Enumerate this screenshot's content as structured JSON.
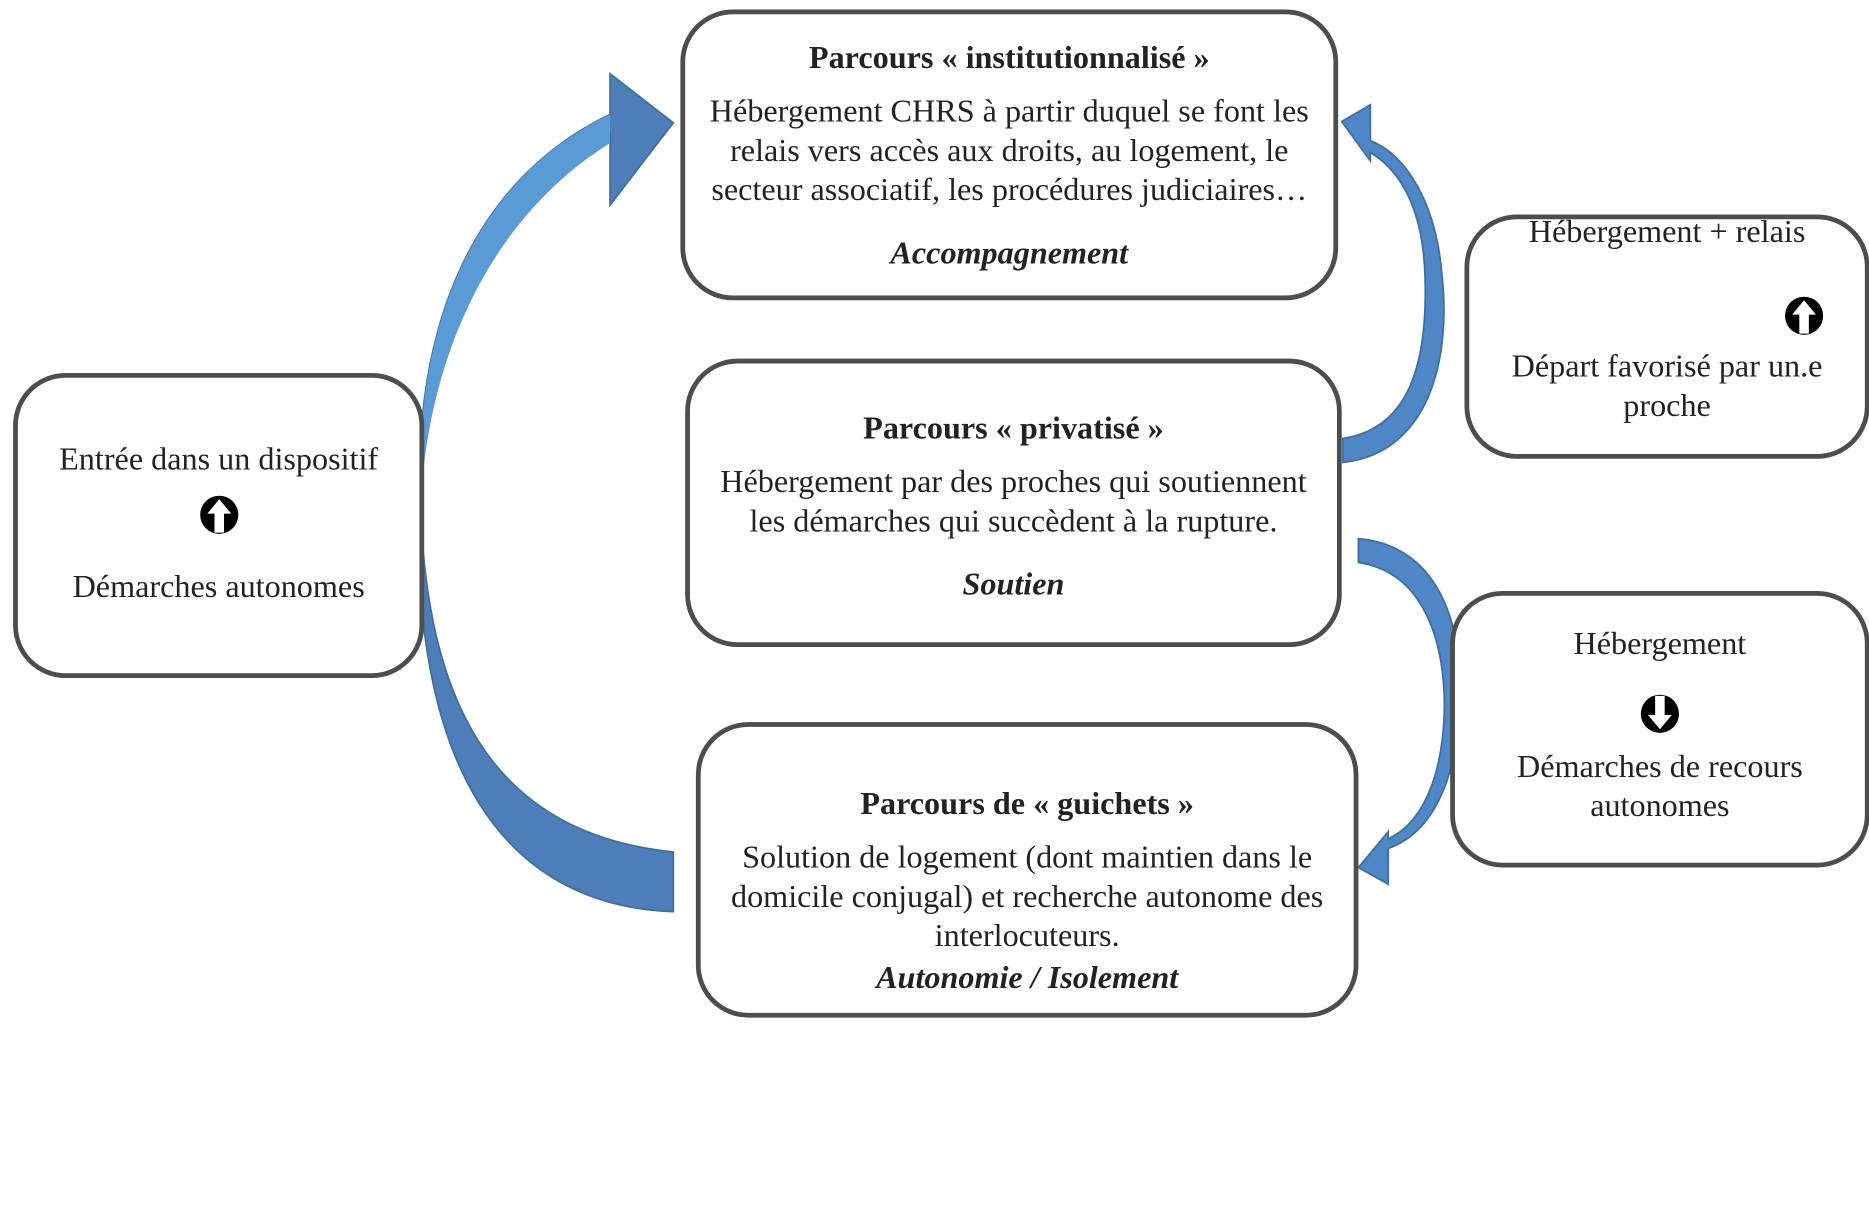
{
  "colors": {
    "arrow_light": "#5b9bd5",
    "arrow_dark": "#4472a8",
    "border": "#4d4d4d"
  },
  "boxes": {
    "institutional": {
      "title": "Parcours « institutionnalisé »",
      "body": "Hébergement CHRS à partir duquel se font les relais vers accès aux droits, au logement, le secteur associatif, les procédures judiciaires…",
      "role": "Accompagnement"
    },
    "private": {
      "title": "Parcours « privatisé »",
      "body": "Hébergement par des proches qui soutiennent les démarches qui succèdent à la rupture.",
      "role": "Soutien"
    },
    "counters": {
      "title": "Parcours de « guichets »",
      "body": "Solution de logement (dont maintien dans le domicile conjugal) et recherche autonome des interlocuteurs.",
      "role": "Autonomie / Isolement"
    },
    "entry": {
      "top": "Entrée dans un dispositif",
      "icon": "up-arrow-circle-icon",
      "bottom": "Démarches autonomes"
    },
    "relay": {
      "top": "Hébergement + relais",
      "icon": "up-arrow-circle-icon",
      "bottom": "Départ favorisé par un.e proche"
    },
    "housing": {
      "top": "Hébergement",
      "icon": "down-arrow-circle-icon",
      "bottom": "Démarches de recours autonomes"
    }
  }
}
